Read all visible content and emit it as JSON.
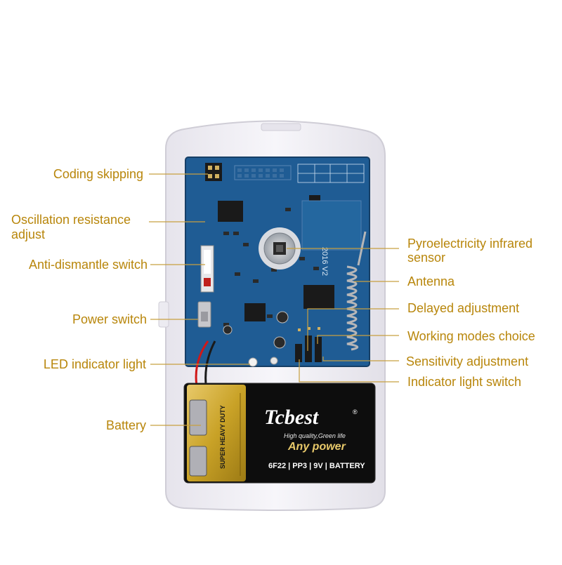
{
  "labels": {
    "coding_skipping": "Coding skipping",
    "oscillation_line1": "Oscillation resistance",
    "oscillation_line2": "adjust",
    "anti_dismantle": "Anti-dismantle switch",
    "power_switch": "Power switch",
    "led_indicator": "LED indicator light",
    "battery": "Battery",
    "pir_line1": "Pyroelectricity infrared",
    "pir_line2": "sensor",
    "antenna": "Antenna",
    "delayed": "Delayed adjustment",
    "working_modes": "Working modes choice",
    "sensitivity": "Sensitivity adjustment",
    "indicator_switch": "Indicator light switch"
  },
  "battery": {
    "brand": "Tcbest",
    "slogan": "High quality,Green life",
    "tagline": "Any power",
    "spec": "6F22 | PP3 | 9V | BATTERY",
    "duty": "SUPER HEAVY DUTY"
  },
  "pcb": {
    "version": "2016 V2"
  },
  "colors": {
    "label": "#b8860b",
    "pcb": "#1f5c94",
    "housing": "#f3f2f7",
    "battery_gold": "#c9a227"
  }
}
